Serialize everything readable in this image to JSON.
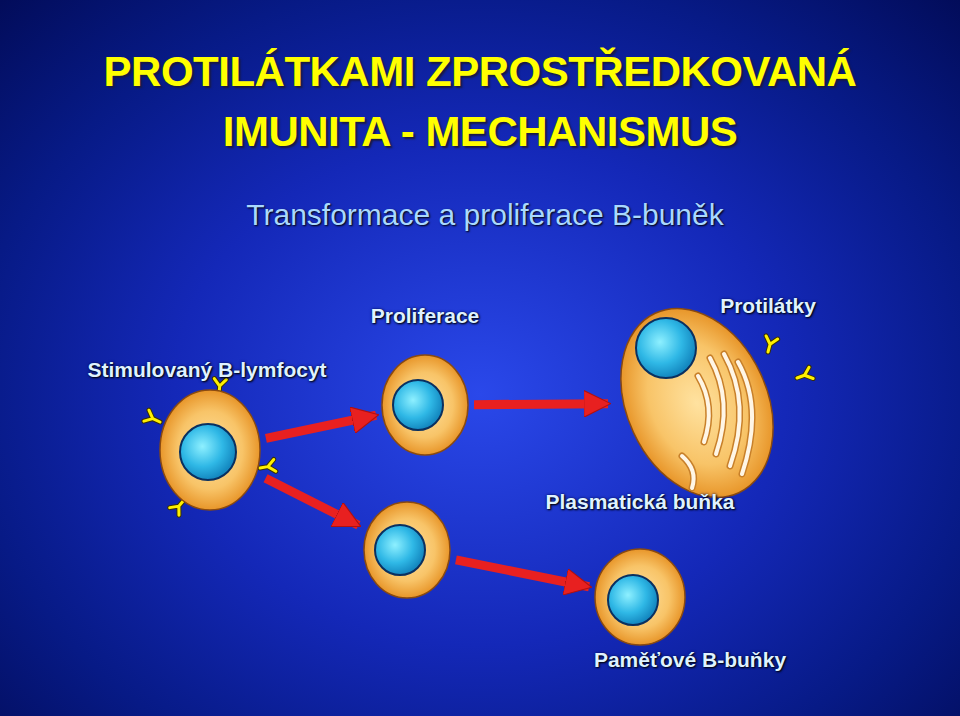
{
  "diagram": {
    "title": "PROTILÁTKAMI ZPROSTŘEDKOVANÁ IMUNITA - MECHANISMUS",
    "nodes": [
      {
        "text": [
          "Stimulovaný B-lymfocyt"
        ]
      },
      {
        "text": [
          "Proliferace"
        ]
      },
      {
        "text": []
      },
      {
        "text": [
          "Protilátky",
          "Plasmatická buňka"
        ]
      },
      {
        "text": [
          "Paměťové B-buňky"
        ]
      }
    ],
    "edges": [
      {
        "from": 0,
        "to": 1,
        "arrow": "to"
      },
      {
        "from": 0,
        "to": 2,
        "arrow": "to"
      },
      {
        "from": 1,
        "to": 3,
        "arrow": "to"
      },
      {
        "from": 2,
        "to": 4,
        "arrow": "to"
      }
    ],
    "labels": [
      "Transformace a proliferace B-buněk"
    ]
  }
}
